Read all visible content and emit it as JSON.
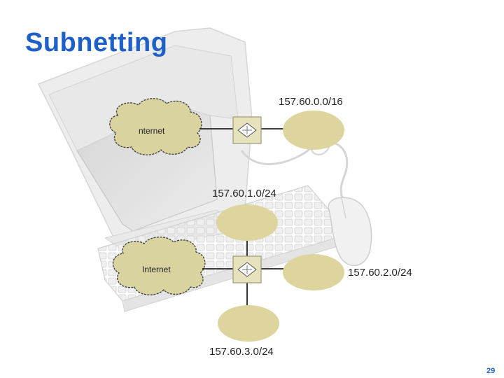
{
  "slide": {
    "title": "Subnetting",
    "page_number": "29"
  },
  "colors": {
    "title": "#1f5fc8",
    "cloud_fill": "#d9d3a0",
    "subnet_fill": "#ddd49e",
    "background_art": "#e2e2e2"
  },
  "top_diagram": {
    "cloud_label": "nternet",
    "network_label": "157.60.0.0/16"
  },
  "bottom_diagram": {
    "cloud_label": "Internet",
    "subnets": [
      {
        "label": "157.60.1.0/24"
      },
      {
        "label": "157.60.2.0/24"
      },
      {
        "label": "157.60.3.0/24"
      }
    ]
  }
}
